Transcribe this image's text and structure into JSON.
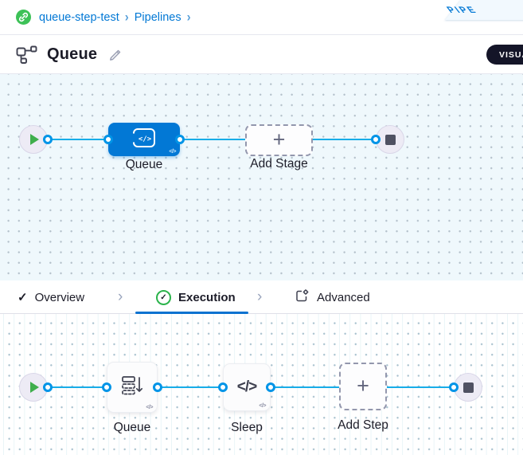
{
  "breadcrumb": {
    "project_label": "queue-step-test",
    "pipelines_label": "Pipelines",
    "separator": "›"
  },
  "ribbon": {
    "label": "PIPE"
  },
  "header": {
    "title": "Queue",
    "view_toggle": "VISUAL"
  },
  "icons": {
    "plus": "+",
    "check": "✓",
    "code_badge": "</>",
    "sleep_glyph": "</>",
    "chevron": "›"
  },
  "stage_graph": {
    "stage_label": "Queue",
    "add_stage_label": "Add Stage"
  },
  "tabs": {
    "overview": "Overview",
    "execution": "Execution",
    "advanced": "Advanced"
  },
  "execution_graph": {
    "step1_label": "Queue",
    "step2_label": "Sleep",
    "add_step_label": "Add Step"
  },
  "colors": {
    "primary_blue": "#0278d5",
    "connector_line": "#18ade8",
    "connector_ring": "#0094e7",
    "success_green": "#2bb34b",
    "play_green": "#3fae4c",
    "canvas_tint": "#eff8fc",
    "dark_pill": "#141528"
  }
}
